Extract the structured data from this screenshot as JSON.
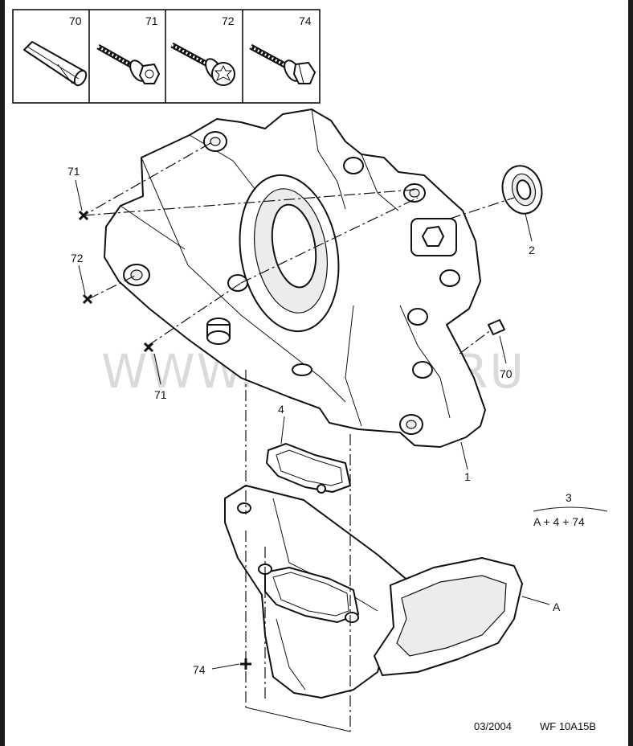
{
  "parts_box": {
    "items": [
      {
        "ref": "70",
        "icon": "pin-icon"
      },
      {
        "ref": "71",
        "icon": "flange-bolt-icon"
      },
      {
        "ref": "72",
        "icon": "torx-bolt-icon"
      },
      {
        "ref": "74",
        "icon": "hex-bolt-icon"
      }
    ]
  },
  "callouts": {
    "c71_top": "71",
    "c72": "72",
    "c71_bottom": "71",
    "c2": "2",
    "c70": "70",
    "c4": "4",
    "c1": "1",
    "c3": "3",
    "kit": "A + 4 + 74",
    "cA": "A",
    "c74": "74"
  },
  "watermark": "WWW.ELCATS.RU",
  "footer": {
    "date": "03/2004",
    "code": "WF 10A15B"
  }
}
